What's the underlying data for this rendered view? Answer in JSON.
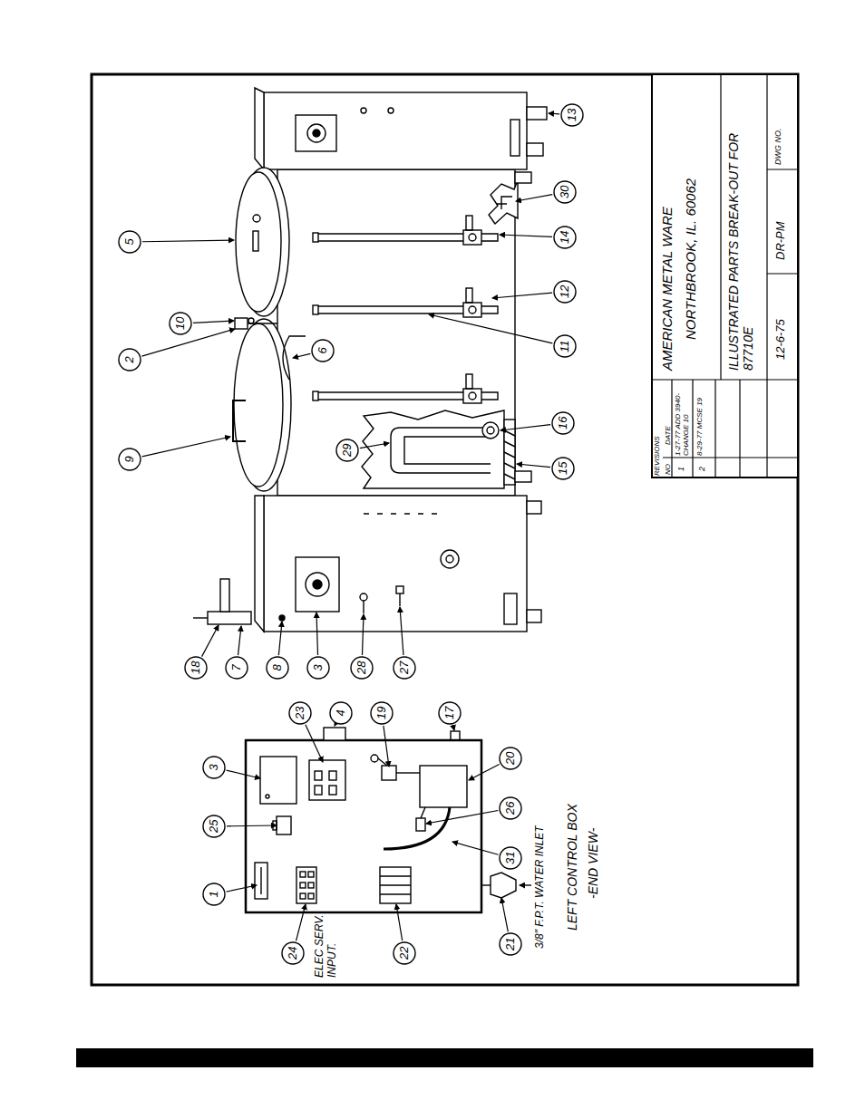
{
  "diagram": {
    "labels": [
      "1",
      "3",
      "25",
      "23",
      "4",
      "19",
      "17",
      "20",
      "26",
      "31",
      "21",
      "22",
      "24",
      "ELEC SERV. INPUT.",
      "3/8\" F.P.T. WATER INLET",
      "LEFT CONTROL BOX",
      "-END VIEW-",
      "18",
      "7",
      "8",
      "3",
      "28",
      "27",
      "9",
      "29",
      "16",
      "15",
      "6",
      "2",
      "10",
      "5",
      "11",
      "12",
      "14",
      "30",
      "13",
      "REVISIONS",
      "NO",
      "DATE",
      "1",
      "1-27-77 ADD 3940-CHANGE 10",
      "2",
      "8-29-77 MCSE 19",
      "AMERICAN METAL WARE",
      "NORTHBROOK, IL. 60062",
      "ILLUSTRATED PARTS BREAK-OUT FOR 87710E",
      "12-6-75",
      "DR-PM",
      "DWG NO."
    ]
  }
}
